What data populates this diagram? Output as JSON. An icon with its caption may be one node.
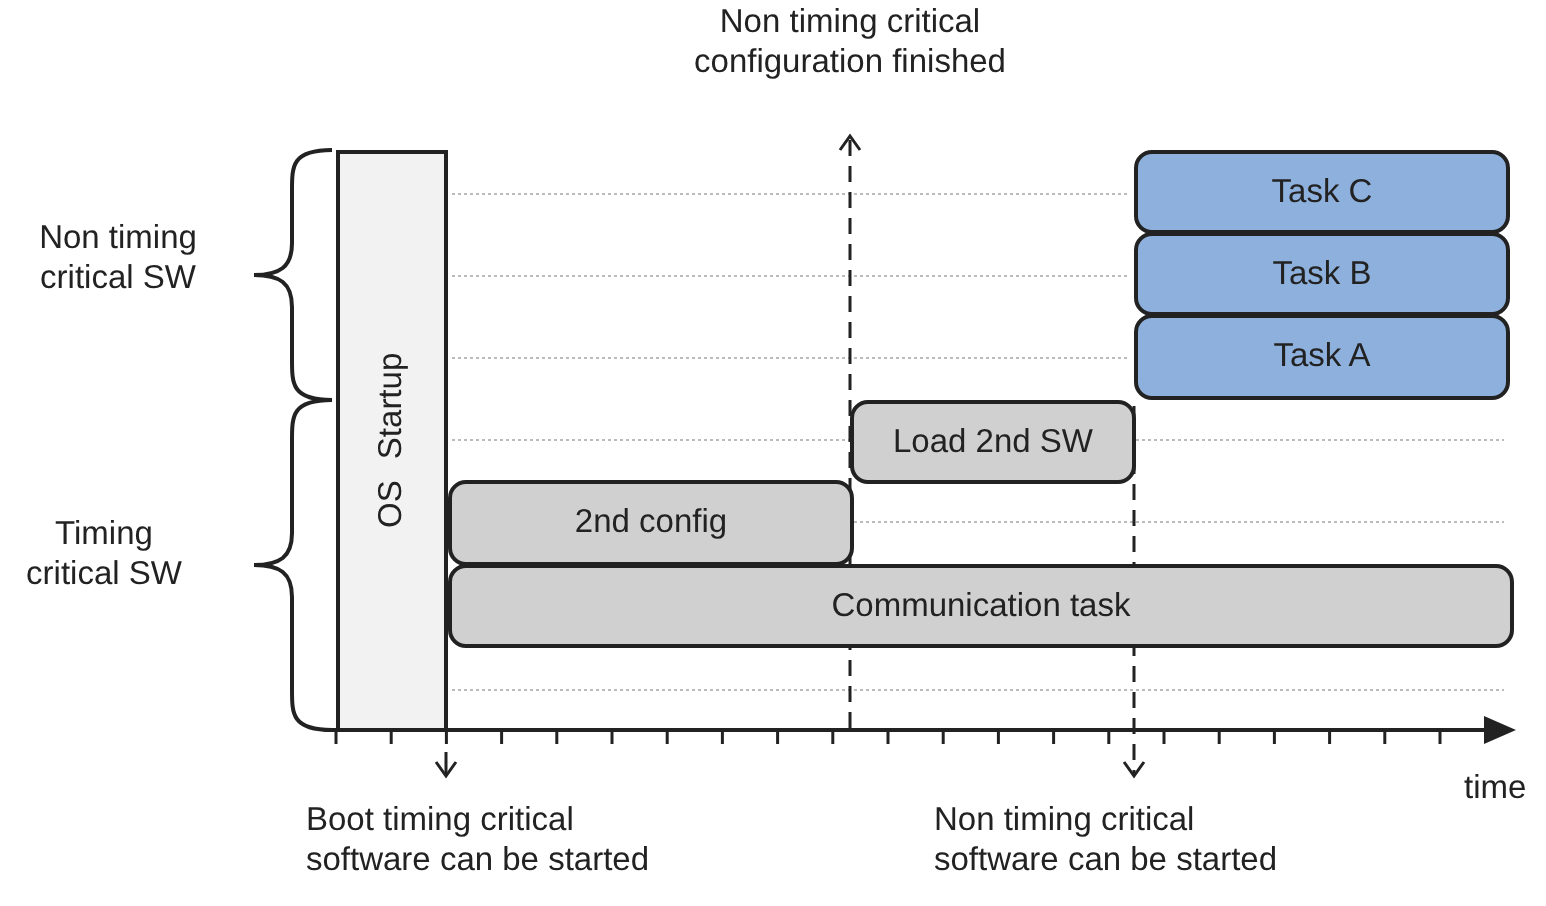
{
  "diagram": {
    "nodes": [
      {
        "text": [
          "Task C"
        ]
      },
      {
        "text": [
          "Task B"
        ]
      },
      {
        "text": [
          "Task A"
        ]
      },
      {
        "text": [
          "OS Startup"
        ]
      },
      {
        "text": [
          "Load 2nd SW"
        ]
      },
      {
        "text": [
          "2nd config"
        ]
      },
      {
        "text": [
          "Communication task"
        ]
      }
    ],
    "edges": [],
    "labels": [
      "Non timing critical configuration finished",
      "Non timing critical SW",
      "Timing critical SW",
      "time",
      "Boot timing critical software can be started",
      "Non timing critical software can be started"
    ]
  }
}
